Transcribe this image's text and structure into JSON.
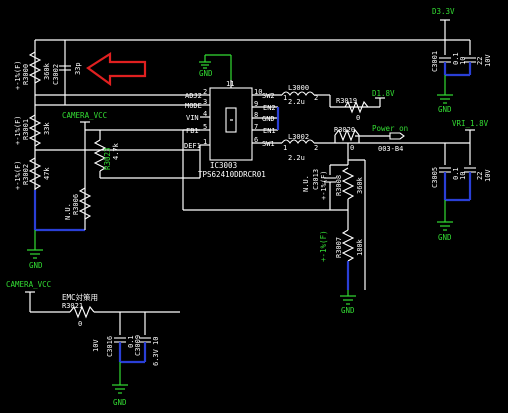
{
  "colors": {
    "background": "#000000",
    "wire": "#ffffff",
    "net": "#2a3fd6",
    "ground": "#33dd33",
    "highlight": "#e02020"
  },
  "ic": {
    "ref": "IC3003",
    "part": "TPS62410DDRCR01",
    "pin11": "11",
    "left_pins": [
      {
        "num": "2",
        "name": "ADJ2"
      },
      {
        "num": "3",
        "name": "MODE"
      },
      {
        "num": "4",
        "name": "VIN"
      },
      {
        "num": "5",
        "name": "FB1"
      },
      {
        "num": "1",
        "name": "DEF1"
      }
    ],
    "right_pins": [
      {
        "num": "10",
        "name": "SW2"
      },
      {
        "num": "9",
        "name": "EN2"
      },
      {
        "num": "8",
        "name": "GND"
      },
      {
        "num": "7",
        "name": "EN1"
      },
      {
        "num": "6",
        "name": "SW1"
      }
    ]
  },
  "components": {
    "r3000": {
      "ref": "R3000",
      "value": "360k",
      "tol": "+-1%(F)"
    },
    "c3002": {
      "ref": "C3002",
      "value": "33p"
    },
    "r3001": {
      "ref": "R3001",
      "value": "33k",
      "tol": "+-1%(F)"
    },
    "r3002": {
      "ref": "R3002",
      "value": "47k",
      "tol": "+-1%(F)"
    },
    "r3006": {
      "ref": "R3006",
      "value": "N.U."
    },
    "r3023": {
      "ref": "R3023",
      "value": "4.7k"
    },
    "l3000": {
      "ref": "L3000",
      "value": "2.2u",
      "pin1": "1",
      "pin2": "2"
    },
    "l3002": {
      "ref": "L3002",
      "value": "2.2u",
      "pin1": "1",
      "pin2": "2"
    },
    "r3019": {
      "ref": "R3019",
      "value": "0"
    },
    "r3020": {
      "ref": "R3020",
      "value": "0"
    },
    "c3001": {
      "ref": "C3001",
      "v1": "0.1",
      "v2": "22",
      "v3": "10V",
      "v4": "10"
    },
    "c3005": {
      "ref": "C3005",
      "v1": "0.1",
      "v2": "22",
      "v3": "10V",
      "v4": "10"
    },
    "c3013": {
      "ref": "C3013",
      "value": "N.U."
    },
    "r3008": {
      "ref": "R3008",
      "value": "360k",
      "tol": "+-1%(F)"
    },
    "r3007": {
      "ref": "R3007",
      "value": "180k",
      "tol": "+-1%(F)"
    },
    "r3021": {
      "ref": "R3021",
      "value": "0"
    },
    "c3016": {
      "ref": "C3016",
      "v1": "10V",
      "v2": "0.1"
    },
    "c3009": {
      "ref": "C3009",
      "v1": "10",
      "v2": "6.3V"
    }
  },
  "nets": {
    "d3v3": "D3.3V",
    "d18": "D1.8V",
    "vri18": "VRI_1.8V",
    "camera_vcc_1": "CAMERA_VCC",
    "camera_vcc_2": "CAMERA_VCC",
    "power_on": "Power_on",
    "offpage": "003-B4",
    "emc": "EMC対策用"
  },
  "grounds": [
    "GND",
    "GND",
    "GND",
    "GND",
    "GND",
    "GND"
  ]
}
